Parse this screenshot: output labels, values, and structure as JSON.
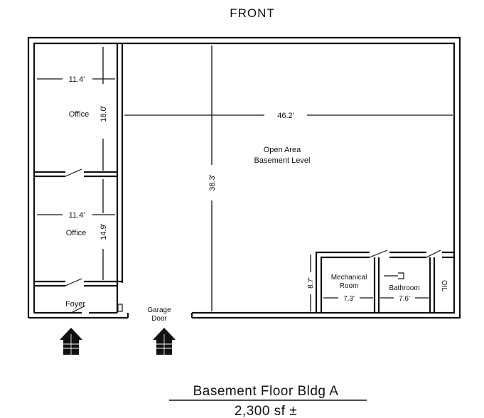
{
  "header": {
    "front_label": "FRONT"
  },
  "rooms": {
    "office_top": {
      "name": "Office",
      "width": "11.4'",
      "depth": "18.0'"
    },
    "office_bottom": {
      "name": "Office",
      "width": "11.4'",
      "depth": "14.9'"
    },
    "foyer": {
      "name": "Foyer"
    },
    "garage_door": {
      "line1": "Garage",
      "line2": "Door"
    },
    "open_area": {
      "line1": "Open Area",
      "line2": "Basement Level",
      "width": "46.2'",
      "depth": "38.3'"
    },
    "mechanical": {
      "line1": "Mechanical",
      "line2": "Room",
      "width": "7.3'"
    },
    "bathroom": {
      "name": "Bathroom",
      "width": "7.6'"
    },
    "service_depth": "8.7'",
    "oil": "OIL"
  },
  "footer": {
    "title": "Basement Floor Bldg A",
    "area": "2,300 sf ±"
  }
}
